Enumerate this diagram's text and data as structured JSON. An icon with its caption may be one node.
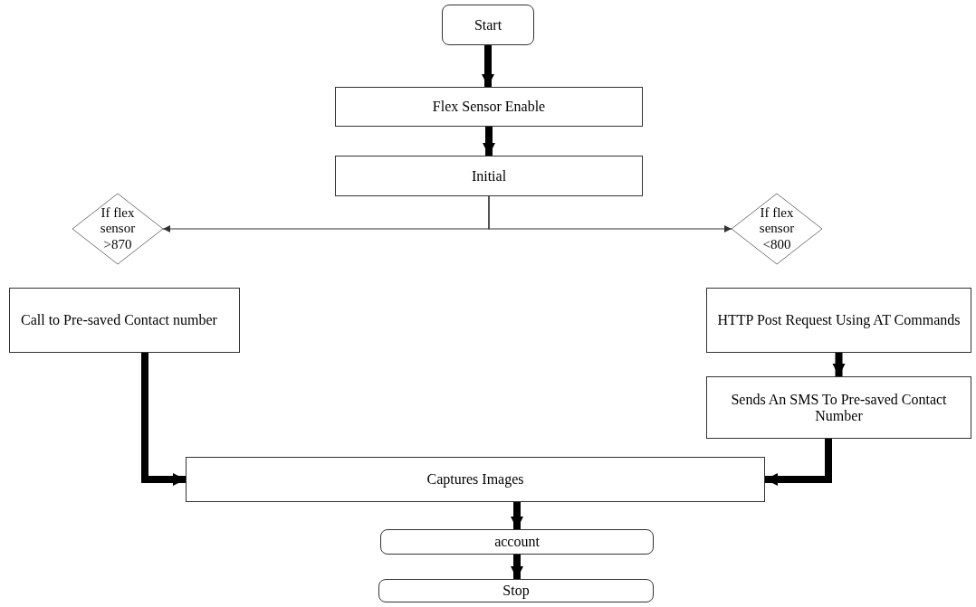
{
  "diagram": {
    "nodes": [
      {
        "text": [
          "Start"
        ]
      },
      {
        "text": [
          "Flex Sensor Enable"
        ]
      },
      {
        "text": [
          "Initial"
        ]
      },
      {
        "text": [
          "If flex sensor >870"
        ]
      },
      {
        "text": [
          "If flex sensor <800"
        ]
      },
      {
        "text": [
          "Call to Pre-saved Contact number"
        ]
      },
      {
        "text": [
          "HTTP Post Request Using AT Commands"
        ]
      },
      {
        "text": [
          "Sends An SMS To Pre-saved Contact Number"
        ]
      },
      {
        "text": [
          "Captures Images"
        ]
      },
      {
        "text": [
          "account"
        ]
      },
      {
        "text": [
          "Stop"
        ]
      }
    ],
    "edges": [
      {
        "from": 0,
        "to": 1,
        "arrow": "to"
      },
      {
        "from": 1,
        "to": 2,
        "arrow": "to"
      },
      {
        "from": 2,
        "to": 3,
        "arrow": "to"
      },
      {
        "from": 2,
        "to": 4,
        "arrow": "to"
      },
      {
        "from": 6,
        "to": 7,
        "arrow": "to"
      },
      {
        "from": 5,
        "to": 8,
        "arrow": "to"
      },
      {
        "from": 7,
        "to": 8,
        "arrow": "to"
      },
      {
        "from": 8,
        "to": 9,
        "arrow": "to"
      },
      {
        "from": 9,
        "to": 10,
        "arrow": "to"
      }
    ]
  }
}
